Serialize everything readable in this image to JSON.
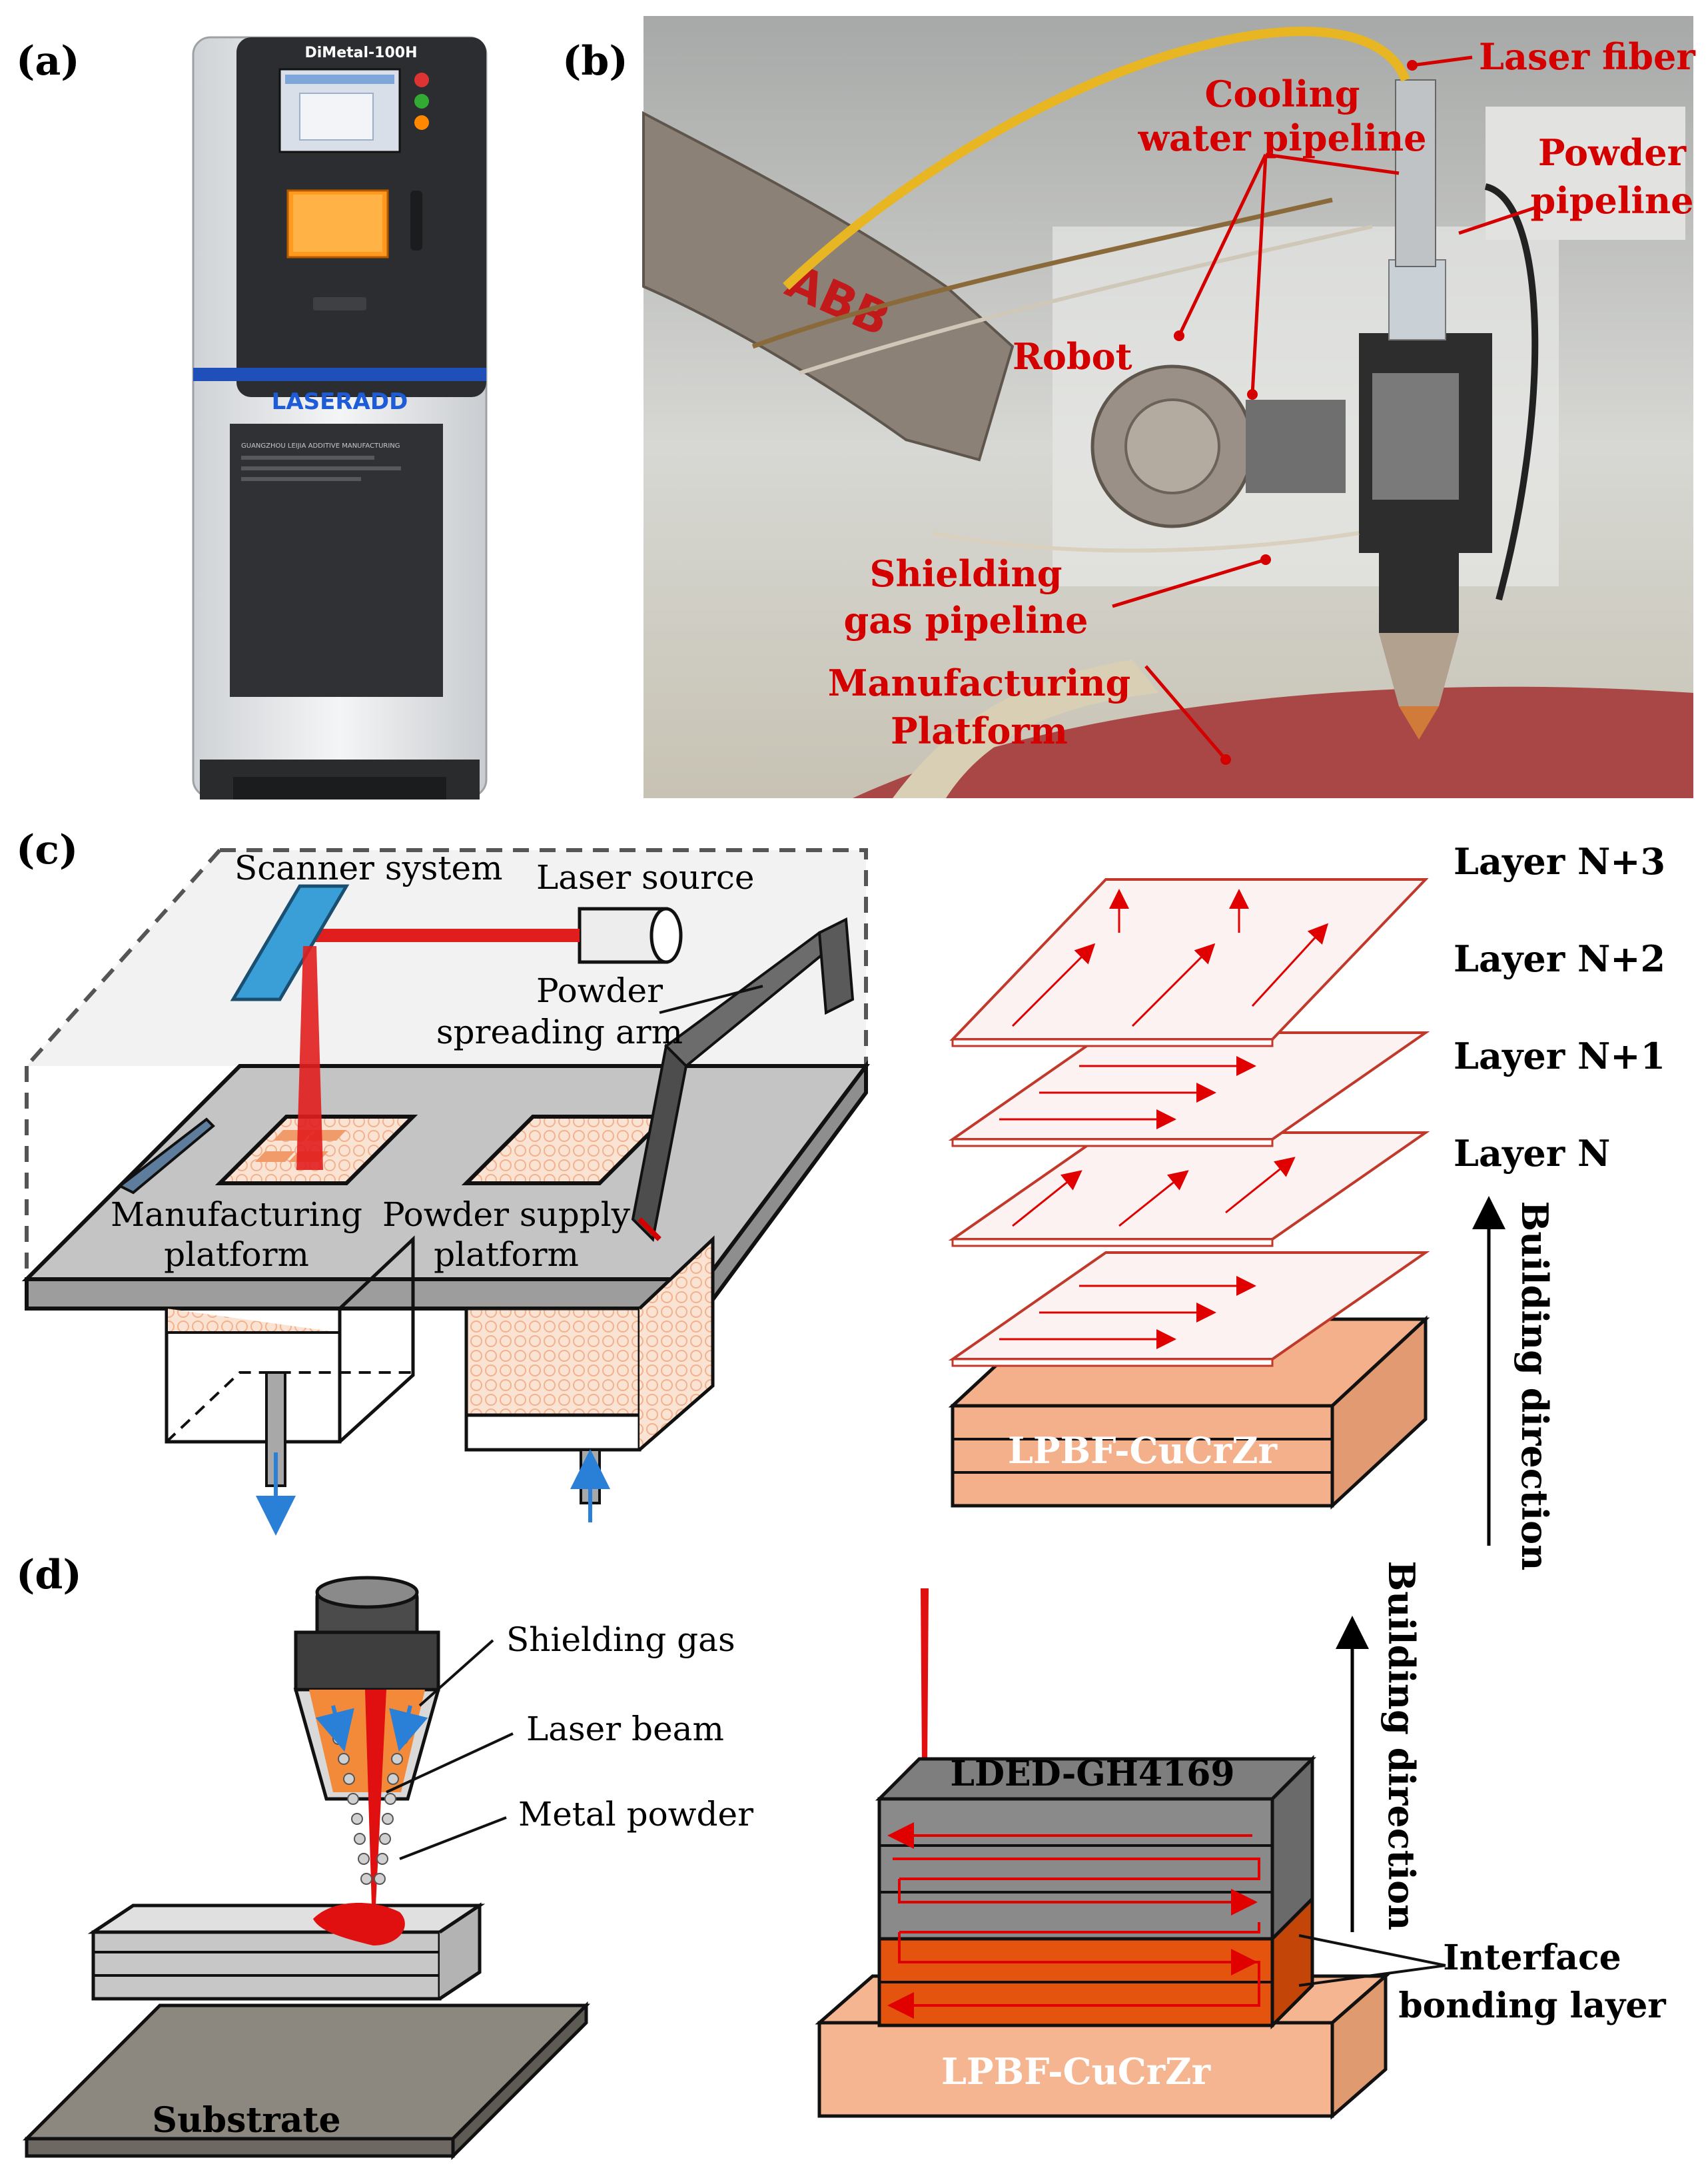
{
  "panels": {
    "a": {
      "label": "(a)",
      "machine_model": "DiMetal-100H",
      "brand": "LASERADD",
      "body_text": "GUANGZHOU LEIJIA ADDITIVE MANUFACTURING"
    },
    "b": {
      "label": "(b)",
      "robot_brand": "ABB",
      "callouts": {
        "laser_fiber": "Laser fiber",
        "cooling_1": "Cooling",
        "cooling_2": "water pipeline",
        "powder_1": "Powder",
        "powder_2": "pipeline",
        "robot": "Robot",
        "shield_1": "Shielding",
        "shield_2": "gas pipeline",
        "platform_1": "Manufacturing",
        "platform_2": "Platform"
      }
    },
    "c": {
      "label": "(c)",
      "scanner": "Scanner system",
      "laser_source": "Laser source",
      "powder_arm_1": "Powder",
      "powder_arm_2": "spreading arm",
      "mfg_platform_1": "Manufacturing",
      "mfg_platform_2": "platform",
      "supply_platform_1": "Powder supply",
      "supply_platform_2": "platform",
      "layers": [
        "Layer N+3",
        "Layer N+2",
        "Layer N+1",
        "Layer N"
      ],
      "substrate": "LPBF-CuCrZr",
      "building_direction": "Building direction"
    },
    "d": {
      "label": "(d)",
      "shielding_gas": "Shielding gas",
      "laser_beam": "Laser beam",
      "metal_powder": "Metal powder",
      "substrate": "Substrate",
      "deposit": "LDED-GH4169",
      "base": "LPBF-CuCrZr",
      "building_direction": "Building direction",
      "interface_1": "Interface",
      "interface_2": "bonding layer"
    }
  },
  "colors": {
    "accent_red": "#d40000",
    "copper": "#f7b08a",
    "steel_gray": "#9a9a9a",
    "cabinet_blue": "#1e5bd6"
  }
}
